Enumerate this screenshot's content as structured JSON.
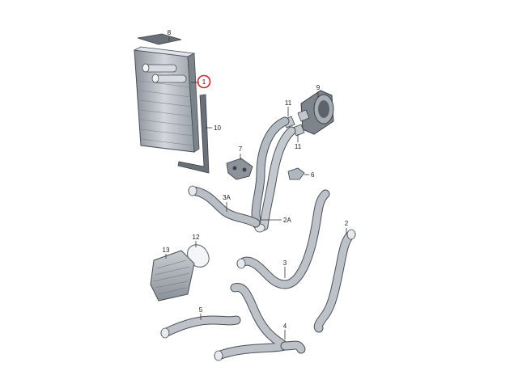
{
  "diagram": {
    "highlight_color": "#e0202a",
    "part_color": "#b8bec6",
    "part_outline": "#5a5f66",
    "highlighted_callout": "1",
    "callouts": {
      "c1": "1",
      "c2": "2",
      "c2a": "2A",
      "c3": "3",
      "c3a": "3A",
      "c4": "4",
      "c5": "5",
      "c6": "6",
      "c7": "7",
      "c8": "8",
      "c9": "9",
      "c10": "10",
      "c11a": "11",
      "c11b": "11",
      "c12": "12",
      "c13": "13"
    }
  }
}
